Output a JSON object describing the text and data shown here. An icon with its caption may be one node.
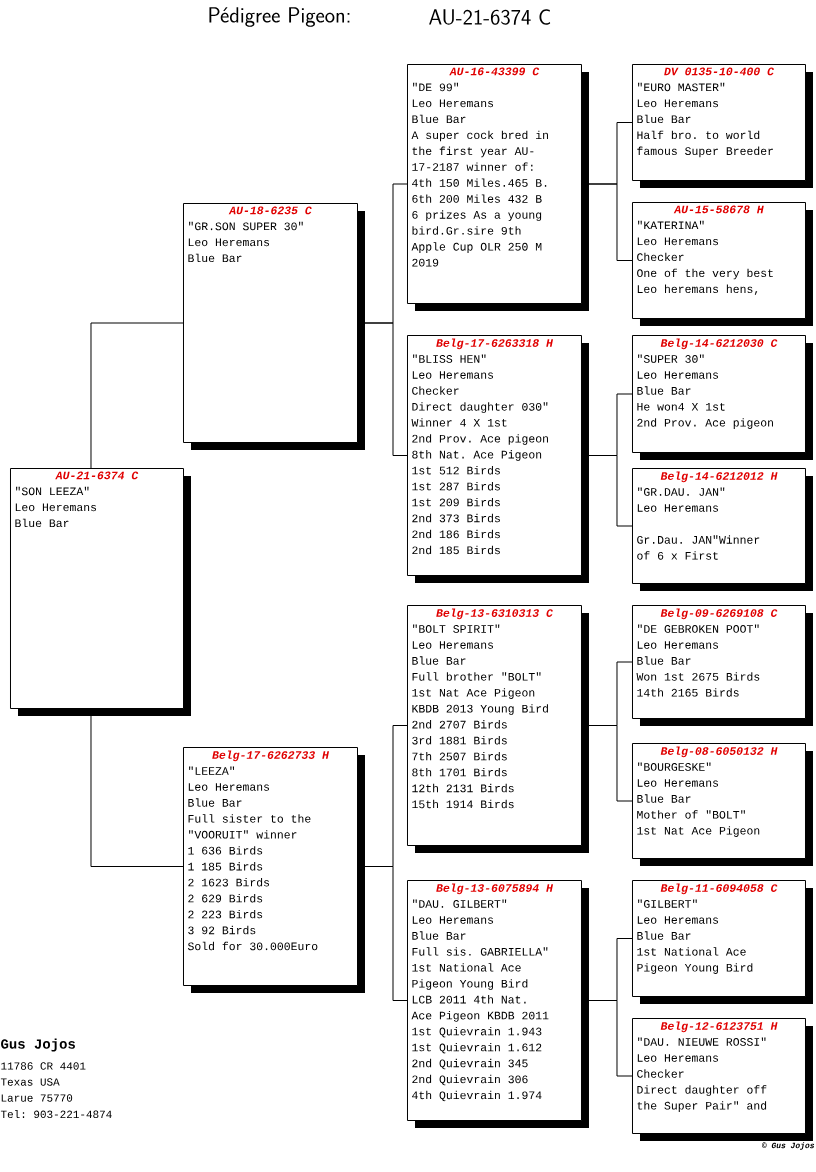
{
  "diagram": {
    "title": "Pédigree Pigeon:",
    "nodes": [
      {
        "text": [
          "AU-21-6374 C",
          "\"SON LEEZA\"",
          "Leo Heremans",
          "Blue Bar"
        ]
      },
      {
        "text": [
          "AU-18-6235 C",
          "\"GR.SON SUPER 30\"",
          "Leo Heremans",
          "Blue Bar"
        ]
      },
      {
        "text": [
          "Belg-17-6262733 H",
          "\"LEEZA\"",
          "Leo Heremans",
          "Blue Bar",
          "Full sister to the",
          "\"VOORUIT\" winner",
          "1 636 Birds",
          "1 185 Birds",
          "2 1623 Birds",
          "2 629 Birds",
          "2 223 Birds",
          "3 92 Birds",
          "Sold for 30.000Euro"
        ]
      },
      {
        "text": [
          "AU-16-43399 C",
          "\"DE 99\"",
          "Leo Heremans",
          "Blue Bar",
          "A super cock bred in",
          "the first year AU-",
          "17-2187 winner of:",
          "4th 150 Miles.465 B.",
          "6th 200 Miles 432 B",
          "6 prizes As a young",
          "bird.Gr.sire 9th",
          "Apple Cup OLR 250 M",
          "2019"
        ]
      },
      {
        "text": [
          "Belg-17-6263318 H",
          "\"BLISS HEN\"",
          "Leo Heremans",
          "Checker",
          "Direct daughter 030\"",
          "Winner 4 X 1st",
          "2nd Prov. Ace pigeon",
          "8th Nat. Ace Pigeon",
          "1st 512 Birds",
          "1st 287 Birds",
          "1st 209 Birds",
          "2nd 373 Birds",
          "2nd 186 Birds",
          "2nd 185 Birds"
        ]
      },
      {
        "text": [
          "Belg-13-6310313 C",
          "\"BOLT SPIRIT\"",
          "Leo Heremans",
          "Blue Bar",
          "Full brother \"BOLT\"",
          "1st Nat Ace Pigeon",
          "KBDB 2013 Young Bird",
          "2nd 2707 Birds",
          "3rd 1881 Birds",
          "7th 2507 Birds",
          "8th 1701 Birds",
          "12th 2131 Birds",
          "15th 1914 Birds"
        ]
      },
      {
        "text": [
          "Belg-13-6075894 H",
          "\"DAU. GILBERT\"",
          "Leo Heremans",
          "Blue Bar",
          "Full sis. GABRIELLA\"",
          "1st National Ace",
          "Pigeon Young Bird",
          "LCB 2011 4th Nat.",
          "Ace Pigeon KBDB 2011",
          "1st Quievrain 1.943",
          "1st Quievrain 1.612",
          "2nd Quievrain 345",
          "2nd Quievrain 306",
          "4th Quievrain 1.974"
        ]
      },
      {
        "text": [
          "DV 0135-10-400 C",
          "\"EURO MASTER\"",
          "Leo Heremans",
          "Blue Bar",
          "Half bro. to world",
          "famous Super Breeder"
        ]
      },
      {
        "text": [
          "AU-15-58678 H",
          "\"KATERINA\"",
          "Leo Heremans",
          "Checker",
          "One of the very best",
          "Leo heremans hens,"
        ]
      },
      {
        "text": [
          "Belg-14-6212030 C",
          "\"SUPER 30\"",
          "Leo Heremans",
          "Blue Bar",
          "He won4 X 1st",
          "2nd Prov. Ace pigeon"
        ]
      },
      {
        "text": [
          "Belg-14-6212012 H",
          "\"GR.DAU. JAN\"",
          "Leo Heremans",
          "Gr.Dau. JAN\"Winner",
          "of 6 x First"
        ]
      },
      {
        "text": [
          "Belg-09-6269108 C",
          "\"DE GEBROKEN POOT\"",
          "Leo Heremans",
          "Blue Bar",
          "Won 1st 2675 Birds",
          "14th 2165 Birds"
        ]
      },
      {
        "text": [
          "Belg-08-6050132 H",
          "\"BOURGESKE\"",
          "Leo Heremans",
          "Blue Bar",
          "Mother of \"BOLT\"",
          "1st Nat Ace Pigeon"
        ]
      },
      {
        "text": [
          "Belg-11-6094058 C",
          "\"GILBERT\"",
          "Leo Heremans",
          "Blue Bar",
          "1st National Ace",
          "Pigeon Young Bird"
        ]
      },
      {
        "text": [
          "Belg-12-6123751 H",
          "\"DAU. NIEUWE ROSSI\"",
          "Leo Heremans",
          "Checker",
          "Direct daughter off",
          "the Super Pair\" and"
        ]
      }
    ],
    "edges": [
      {
        "from": 0,
        "to": 1,
        "arrow": "none"
      },
      {
        "from": 0,
        "to": 2,
        "arrow": "none"
      },
      {
        "from": 1,
        "to": 3,
        "arrow": "none"
      },
      {
        "from": 1,
        "to": 4,
        "arrow": "none"
      },
      {
        "from": 2,
        "to": 5,
        "arrow": "none"
      },
      {
        "from": 2,
        "to": 6,
        "arrow": "none"
      },
      {
        "from": 3,
        "to": 7,
        "arrow": "none"
      },
      {
        "from": 3,
        "to": 8,
        "arrow": "none"
      },
      {
        "from": 4,
        "to": 9,
        "arrow": "none"
      },
      {
        "from": 4,
        "to": 10,
        "arrow": "none"
      },
      {
        "from": 5,
        "to": 11,
        "arrow": "none"
      },
      {
        "from": 5,
        "to": 12,
        "arrow": "none"
      },
      {
        "from": 6,
        "to": 13,
        "arrow": "none"
      },
      {
        "from": 6,
        "to": 14,
        "arrow": "none"
      }
    ],
    "labels": [
      "AU-21-6374 C",
      "Gus Jojos",
      "11786 CR 4401",
      "Texas USA",
      "Larue 75770",
      "Tel: 903-221-4874",
      "© Gus Jojos"
    ]
  }
}
